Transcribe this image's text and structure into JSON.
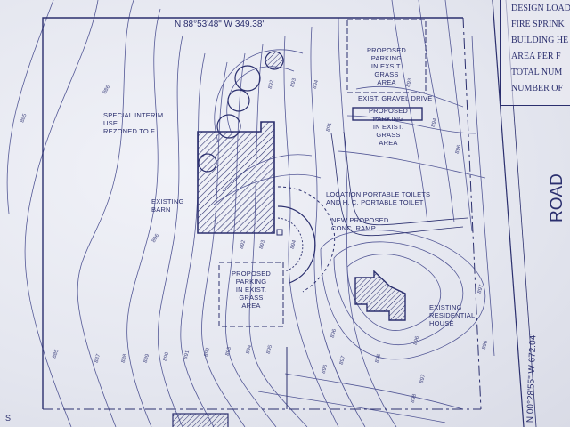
{
  "boundary": {
    "north_bearing": "N 88°53'48\" W 349.38'",
    "east_bearing": "N 00°28'55\" W 672.04'",
    "road_label": "ROAD"
  },
  "legend": {
    "rows": [
      "DESIGN LOAD",
      "FIRE SPRINK",
      "BUILDING HE",
      "AREA PER F",
      "TOTAL NUM",
      "NUMBER OF"
    ]
  },
  "labels": {
    "special_interim": [
      "SPECIAL INTERIM",
      "USE.",
      "REZONED TO F"
    ],
    "proposed_parking_top": [
      "PROPOSED",
      "PARKING",
      "IN EXSIT.",
      "GRASS",
      "AREA"
    ],
    "exist_gravel_drive": "EXIST. GRAVEL DRIVE",
    "proposed_parking_mid": [
      "PROPOSED",
      "PARKING",
      "IN EXIST.",
      "GRASS",
      "AREA"
    ],
    "existing_barn": [
      "EXISTING",
      "BARN"
    ],
    "portable_toilets": [
      "LOCATION PORTABLE TOILETS",
      "AND H. C. PORTABLE TOILET"
    ],
    "new_ramp": [
      "NEW PROPOSED",
      "CONC. RAMP"
    ],
    "proposed_parking_bottom": [
      "PROPOSED",
      "PARKING",
      "IN EXIST.",
      "GRASS",
      "AREA"
    ],
    "existing_house": [
      "EXISTING",
      "RESIDENTIAL",
      "HOUSE"
    ],
    "corner_letter": "S"
  },
  "contour_labels": [
    "885",
    "886",
    "887",
    "888",
    "889",
    "890",
    "891",
    "892",
    "893",
    "894",
    "895",
    "896",
    "897",
    "898"
  ]
}
